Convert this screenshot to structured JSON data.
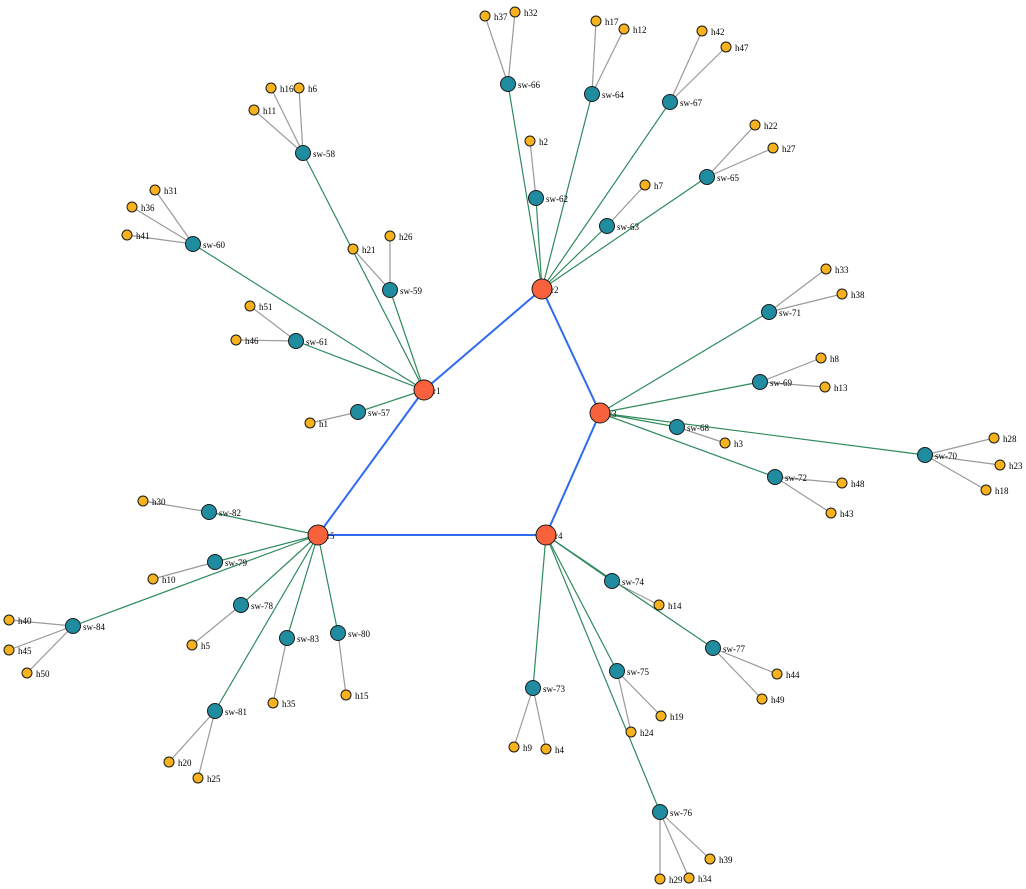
{
  "colors": {
    "router": "#f7623d",
    "switch": "#1f8ca0",
    "host": "#f7b21e",
    "backbone_link": "#2e6bf0",
    "uplink": "#2e8a5c",
    "host_link": "#9a9a9a",
    "node_stroke": "#1a1a1a"
  },
  "routers": [
    {
      "id": "r1",
      "label": "r1"
    },
    {
      "id": "r2",
      "label": "r2"
    },
    {
      "id": "r3",
      "label": "r3"
    },
    {
      "id": "r4",
      "label": "r4"
    },
    {
      "id": "r5",
      "label": "r5"
    }
  ],
  "backbone": [
    [
      "r1",
      "r2"
    ],
    [
      "r2",
      "r3"
    ],
    [
      "r3",
      "r4"
    ],
    [
      "r4",
      "r5"
    ],
    [
      "r5",
      "r1"
    ]
  ],
  "switches": [
    {
      "id": "sw-57",
      "label": "sw-57",
      "router": "r1",
      "hosts": [
        "h1"
      ]
    },
    {
      "id": "sw-58",
      "label": "sw-58",
      "router": "r1",
      "hosts": [
        "h16",
        "h6",
        "h11"
      ]
    },
    {
      "id": "sw-59",
      "label": "sw-59",
      "router": "r1",
      "hosts": [
        "h21",
        "h26"
      ]
    },
    {
      "id": "sw-60",
      "label": "sw-60",
      "router": "r1",
      "hosts": [
        "h31",
        "h36",
        "h41"
      ]
    },
    {
      "id": "sw-61",
      "label": "sw-61",
      "router": "r1",
      "hosts": [
        "h51",
        "h46"
      ]
    },
    {
      "id": "sw-62",
      "label": "sw-62",
      "router": "r2",
      "hosts": [
        "h2"
      ]
    },
    {
      "id": "sw-63",
      "label": "sw-63",
      "router": "r2",
      "hosts": [
        "h7"
      ]
    },
    {
      "id": "sw-64",
      "label": "sw-64",
      "router": "r2",
      "hosts": [
        "h17",
        "h12"
      ]
    },
    {
      "id": "sw-65",
      "label": "sw-65",
      "router": "r2",
      "hosts": [
        "h22",
        "h27"
      ]
    },
    {
      "id": "sw-66",
      "label": "sw-66",
      "router": "r2",
      "hosts": [
        "h37",
        "h32"
      ]
    },
    {
      "id": "sw-67",
      "label": "sw-67",
      "router": "r2",
      "hosts": [
        "h42",
        "h47"
      ]
    },
    {
      "id": "sw-68",
      "label": "sw-68",
      "router": "r3",
      "hosts": [
        "h3"
      ]
    },
    {
      "id": "sw-69",
      "label": "sw-69",
      "router": "r3",
      "hosts": [
        "h8",
        "h13"
      ]
    },
    {
      "id": "sw-70",
      "label": "sw-70",
      "router": "r3",
      "hosts": [
        "h28",
        "h23",
        "h18"
      ]
    },
    {
      "id": "sw-71",
      "label": "sw-71",
      "router": "r3",
      "hosts": [
        "h33",
        "h38"
      ]
    },
    {
      "id": "sw-72",
      "label": "sw-72",
      "router": "r3",
      "hosts": [
        "h48",
        "h43"
      ]
    },
    {
      "id": "sw-73",
      "label": "sw-73",
      "router": "r4",
      "hosts": [
        "h9",
        "h4"
      ]
    },
    {
      "id": "sw-74",
      "label": "sw-74",
      "router": "r4",
      "hosts": [
        "h14"
      ]
    },
    {
      "id": "sw-75",
      "label": "sw-75",
      "router": "r4",
      "hosts": [
        "h19",
        "h24"
      ]
    },
    {
      "id": "sw-76",
      "label": "sw-76",
      "router": "r4",
      "hosts": [
        "h39",
        "h29",
        "h34"
      ]
    },
    {
      "id": "sw-77",
      "label": "sw-77",
      "router": "r4",
      "hosts": [
        "h44",
        "h49"
      ]
    },
    {
      "id": "sw-78",
      "label": "sw-78",
      "router": "r5",
      "hosts": [
        "h5"
      ]
    },
    {
      "id": "sw-79",
      "label": "sw-79",
      "router": "r5",
      "hosts": [
        "h10"
      ]
    },
    {
      "id": "sw-80",
      "label": "sw-80",
      "router": "r5",
      "hosts": [
        "h15"
      ]
    },
    {
      "id": "sw-81",
      "label": "sw-81",
      "router": "r5",
      "hosts": [
        "h20",
        "h25"
      ]
    },
    {
      "id": "sw-82",
      "label": "sw-82",
      "router": "r5",
      "hosts": [
        "h30"
      ]
    },
    {
      "id": "sw-83",
      "label": "sw-83",
      "router": "r5",
      "hosts": [
        "h35"
      ]
    },
    {
      "id": "sw-84",
      "label": "sw-84",
      "router": "r5",
      "hosts": [
        "h40",
        "h45",
        "h50"
      ]
    }
  ]
}
